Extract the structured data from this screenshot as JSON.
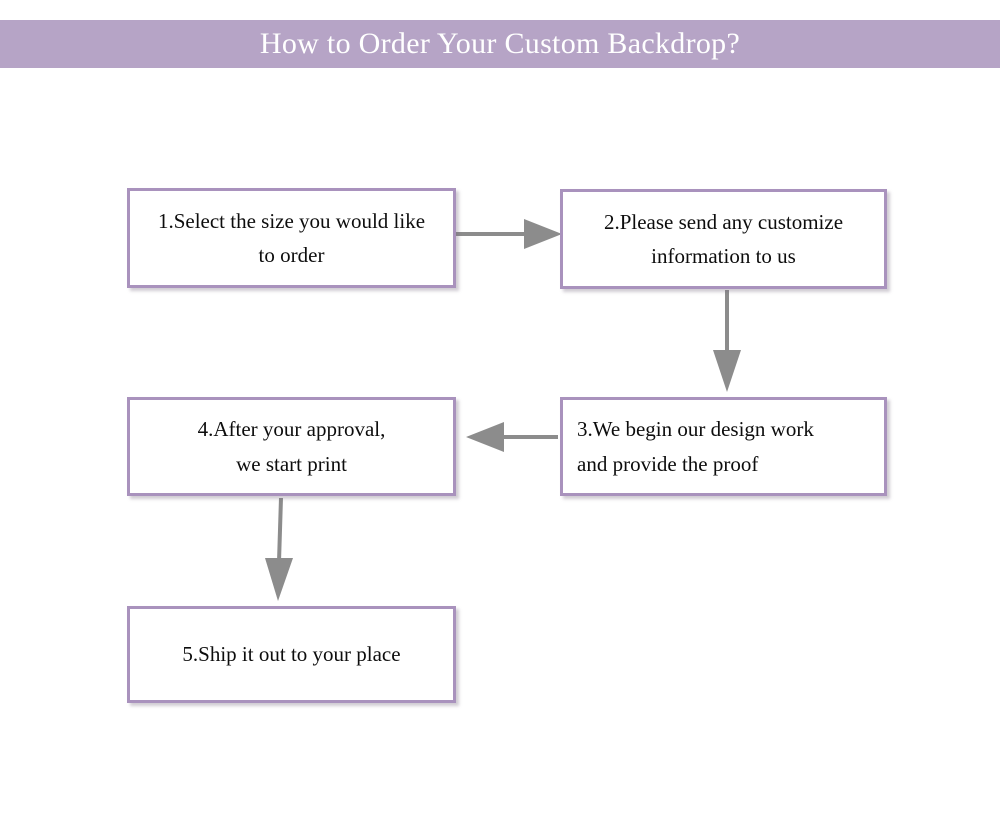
{
  "header": {
    "title": "How to Order Your Custom Backdrop?",
    "background_color": "#b6a4c6",
    "text_color": "#ffffff"
  },
  "theme": {
    "page_background": "#ffffff",
    "box_border_color": "#a992bd",
    "box_fill_color": "#ffffff",
    "box_text_color": "#0d0d0d",
    "arrow_color": "#8c8c8c"
  },
  "flowchart": {
    "type": "process-flow",
    "step_count": 5,
    "steps": [
      {
        "id": "step-1",
        "number": "1.",
        "text": "1.Select the size you would like\n   to order",
        "align": "center"
      },
      {
        "id": "step-2",
        "number": "2.",
        "text": "2.Please send any customize\n   information to us",
        "align": "center"
      },
      {
        "id": "step-3",
        "number": "3.",
        "text": "3.We begin our design work\nand provide the proof",
        "align": "left"
      },
      {
        "id": "step-4",
        "number": "4.",
        "text": "4.After your approval,\n   we start print",
        "align": "center"
      },
      {
        "id": "step-5",
        "number": "5.",
        "text": "5.Ship it out to your place",
        "align": "center"
      }
    ],
    "connectors": [
      {
        "id": "arrow-1-to-2",
        "from": "step-1",
        "to": "step-2",
        "direction": "right"
      },
      {
        "id": "arrow-2-to-3",
        "from": "step-2",
        "to": "step-3",
        "direction": "down"
      },
      {
        "id": "arrow-3-to-4",
        "from": "step-3",
        "to": "step-4",
        "direction": "left"
      },
      {
        "id": "arrow-4-to-5",
        "from": "step-4",
        "to": "step-5",
        "direction": "down"
      }
    ]
  }
}
